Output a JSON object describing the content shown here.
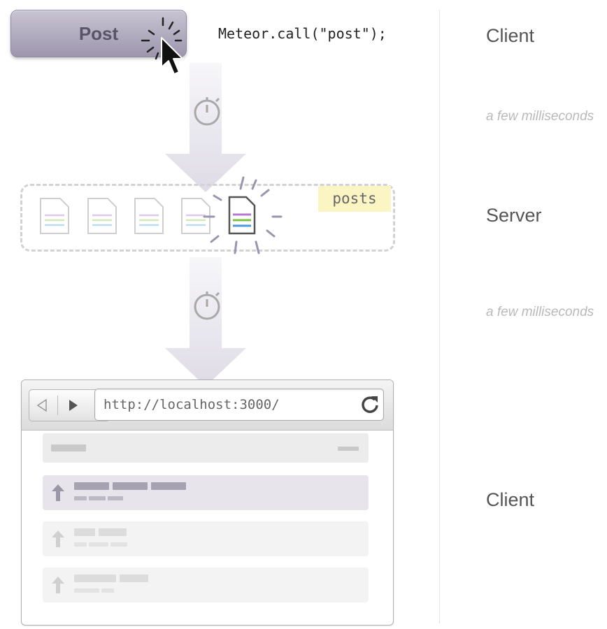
{
  "post_button": {
    "label": "Post"
  },
  "code": {
    "text": "Meteor.call(\"post\");"
  },
  "collection": {
    "label": "posts"
  },
  "stages": [
    "Client",
    "Server",
    "Client"
  ],
  "delays": [
    "a few milliseconds",
    "a few milliseconds"
  ],
  "browser": {
    "url": "http://localhost:3000/"
  },
  "colors": {
    "accent": "#9d96ad",
    "arrow": "#e6e4ec",
    "tag": "#fbf5c4"
  },
  "icons": [
    "cursor-icon",
    "stopwatch-icon",
    "document-icon",
    "back-icon",
    "forward-icon",
    "reload-icon",
    "upvote-icon"
  ]
}
